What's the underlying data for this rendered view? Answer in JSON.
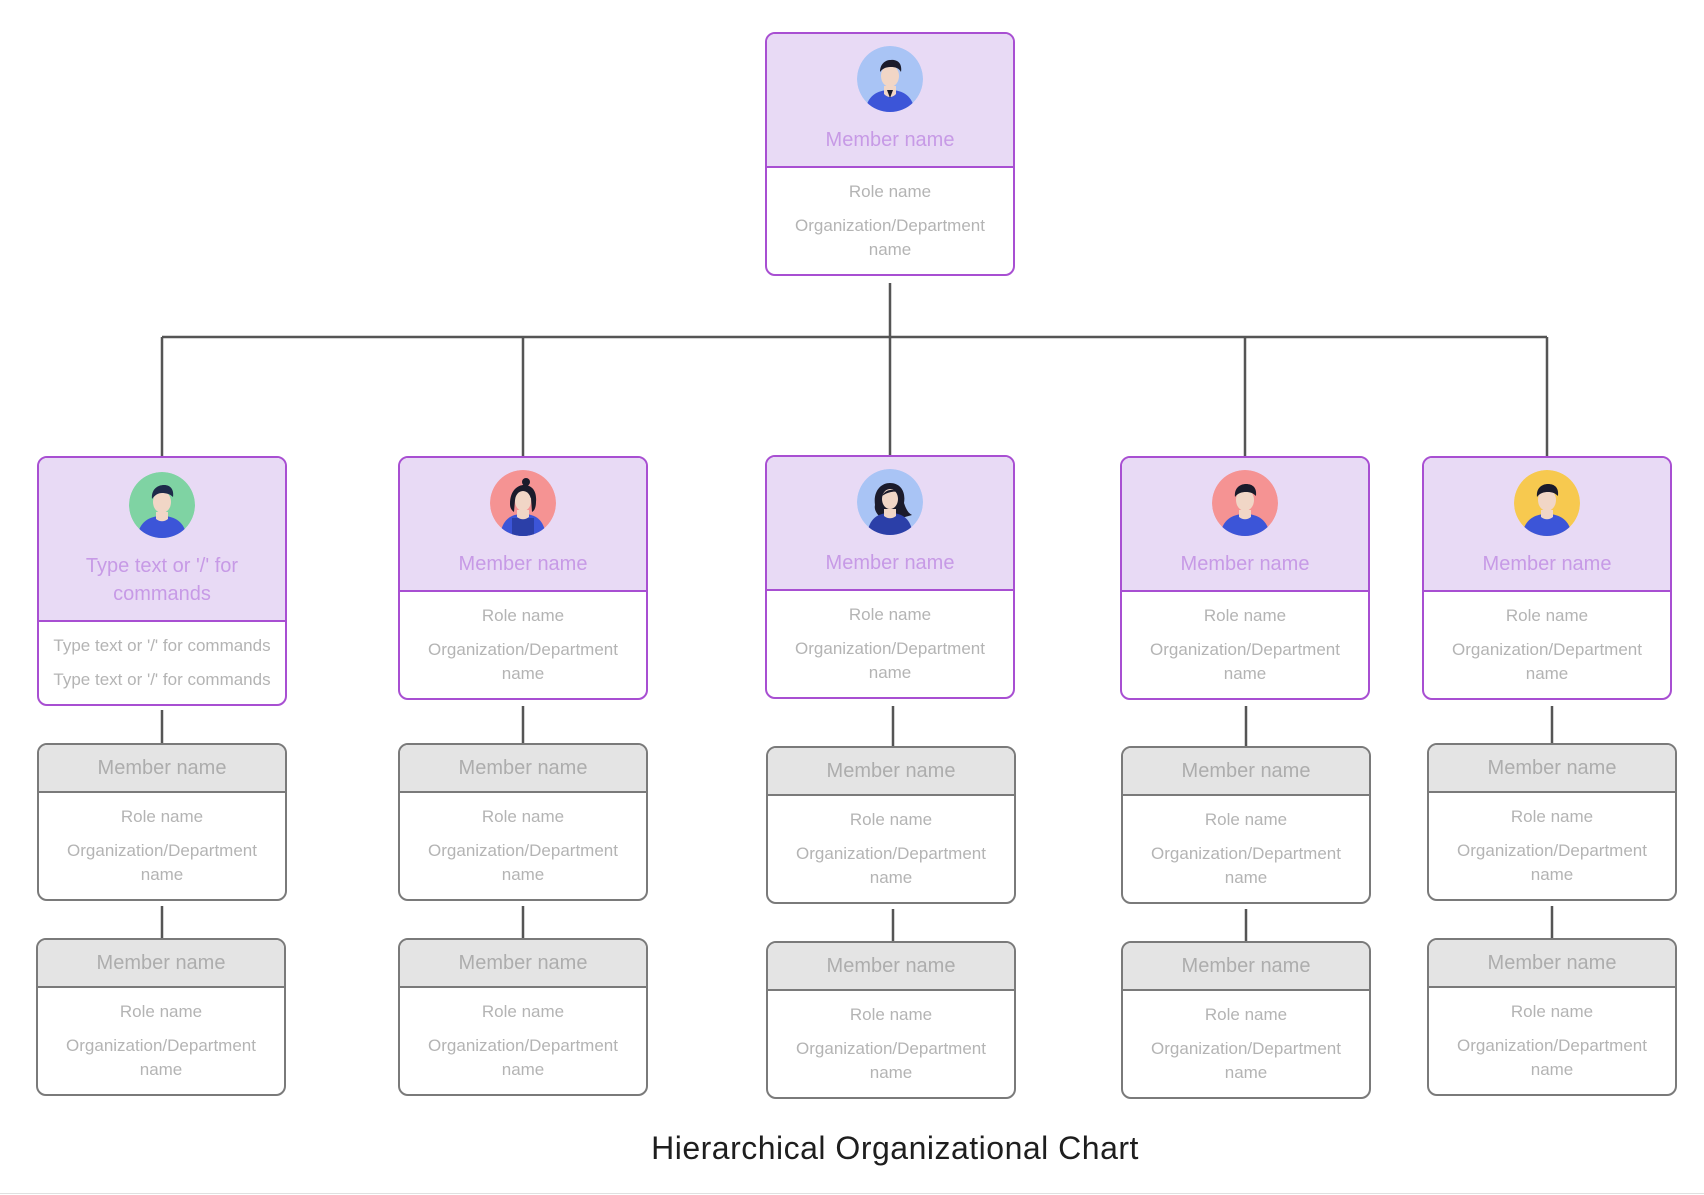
{
  "title": "Hierarchical Organizational Chart",
  "colors": {
    "accent_border": "#a84fd2",
    "accent_fill": "#e8daf5",
    "accent_text": "#c79ae6",
    "muted_border": "#7a7a7a",
    "muted_fill": "#e4e4e4",
    "connector": "#555555"
  },
  "root": {
    "name": "Member name",
    "role": "Role name",
    "org": "Organization/Department name",
    "avatar": "man-avatar-blue-icon"
  },
  "columns": [
    {
      "lead": {
        "name": "Type text or '/' for commands",
        "role": "Type text or '/' for commands",
        "org": "Type text or '/' for commands",
        "avatar": "man-avatar-green-icon"
      },
      "members": [
        {
          "name": "Member name",
          "role": "Role name",
          "org": "Organization/Department name"
        },
        {
          "name": "Member name",
          "role": "Role name",
          "org": "Organization/Department name"
        }
      ]
    },
    {
      "lead": {
        "name": "Member name",
        "role": "Role name",
        "org": "Organization/Department name",
        "avatar": "woman-avatar-red-icon"
      },
      "members": [
        {
          "name": "Member name",
          "role": "Role name",
          "org": "Organization/Department name"
        },
        {
          "name": "Member name",
          "role": "Role name",
          "org": "Organization/Department name"
        }
      ]
    },
    {
      "lead": {
        "name": "Member name",
        "role": "Role name",
        "org": "Organization/Department name",
        "avatar": "woman-avatar-blue-icon"
      },
      "members": [
        {
          "name": "Member name",
          "role": "Role name",
          "org": "Organization/Department name"
        },
        {
          "name": "Member name",
          "role": "Role name",
          "org": "Organization/Department name"
        }
      ]
    },
    {
      "lead": {
        "name": "Member name",
        "role": "Role name",
        "org": "Organization/Department name",
        "avatar": "man-avatar-red-icon"
      },
      "members": [
        {
          "name": "Member name",
          "role": "Role name",
          "org": "Organization/Department name"
        },
        {
          "name": "Member name",
          "role": "Role name",
          "org": "Organization/Department name"
        }
      ]
    },
    {
      "lead": {
        "name": "Member name",
        "role": "Role name",
        "org": "Organization/Department name",
        "avatar": "man-avatar-yellow-icon"
      },
      "members": [
        {
          "name": "Member name",
          "role": "Role name",
          "org": "Organization/Department name"
        },
        {
          "name": "Member name",
          "role": "Role name",
          "org": "Organization/Department name"
        }
      ]
    }
  ]
}
